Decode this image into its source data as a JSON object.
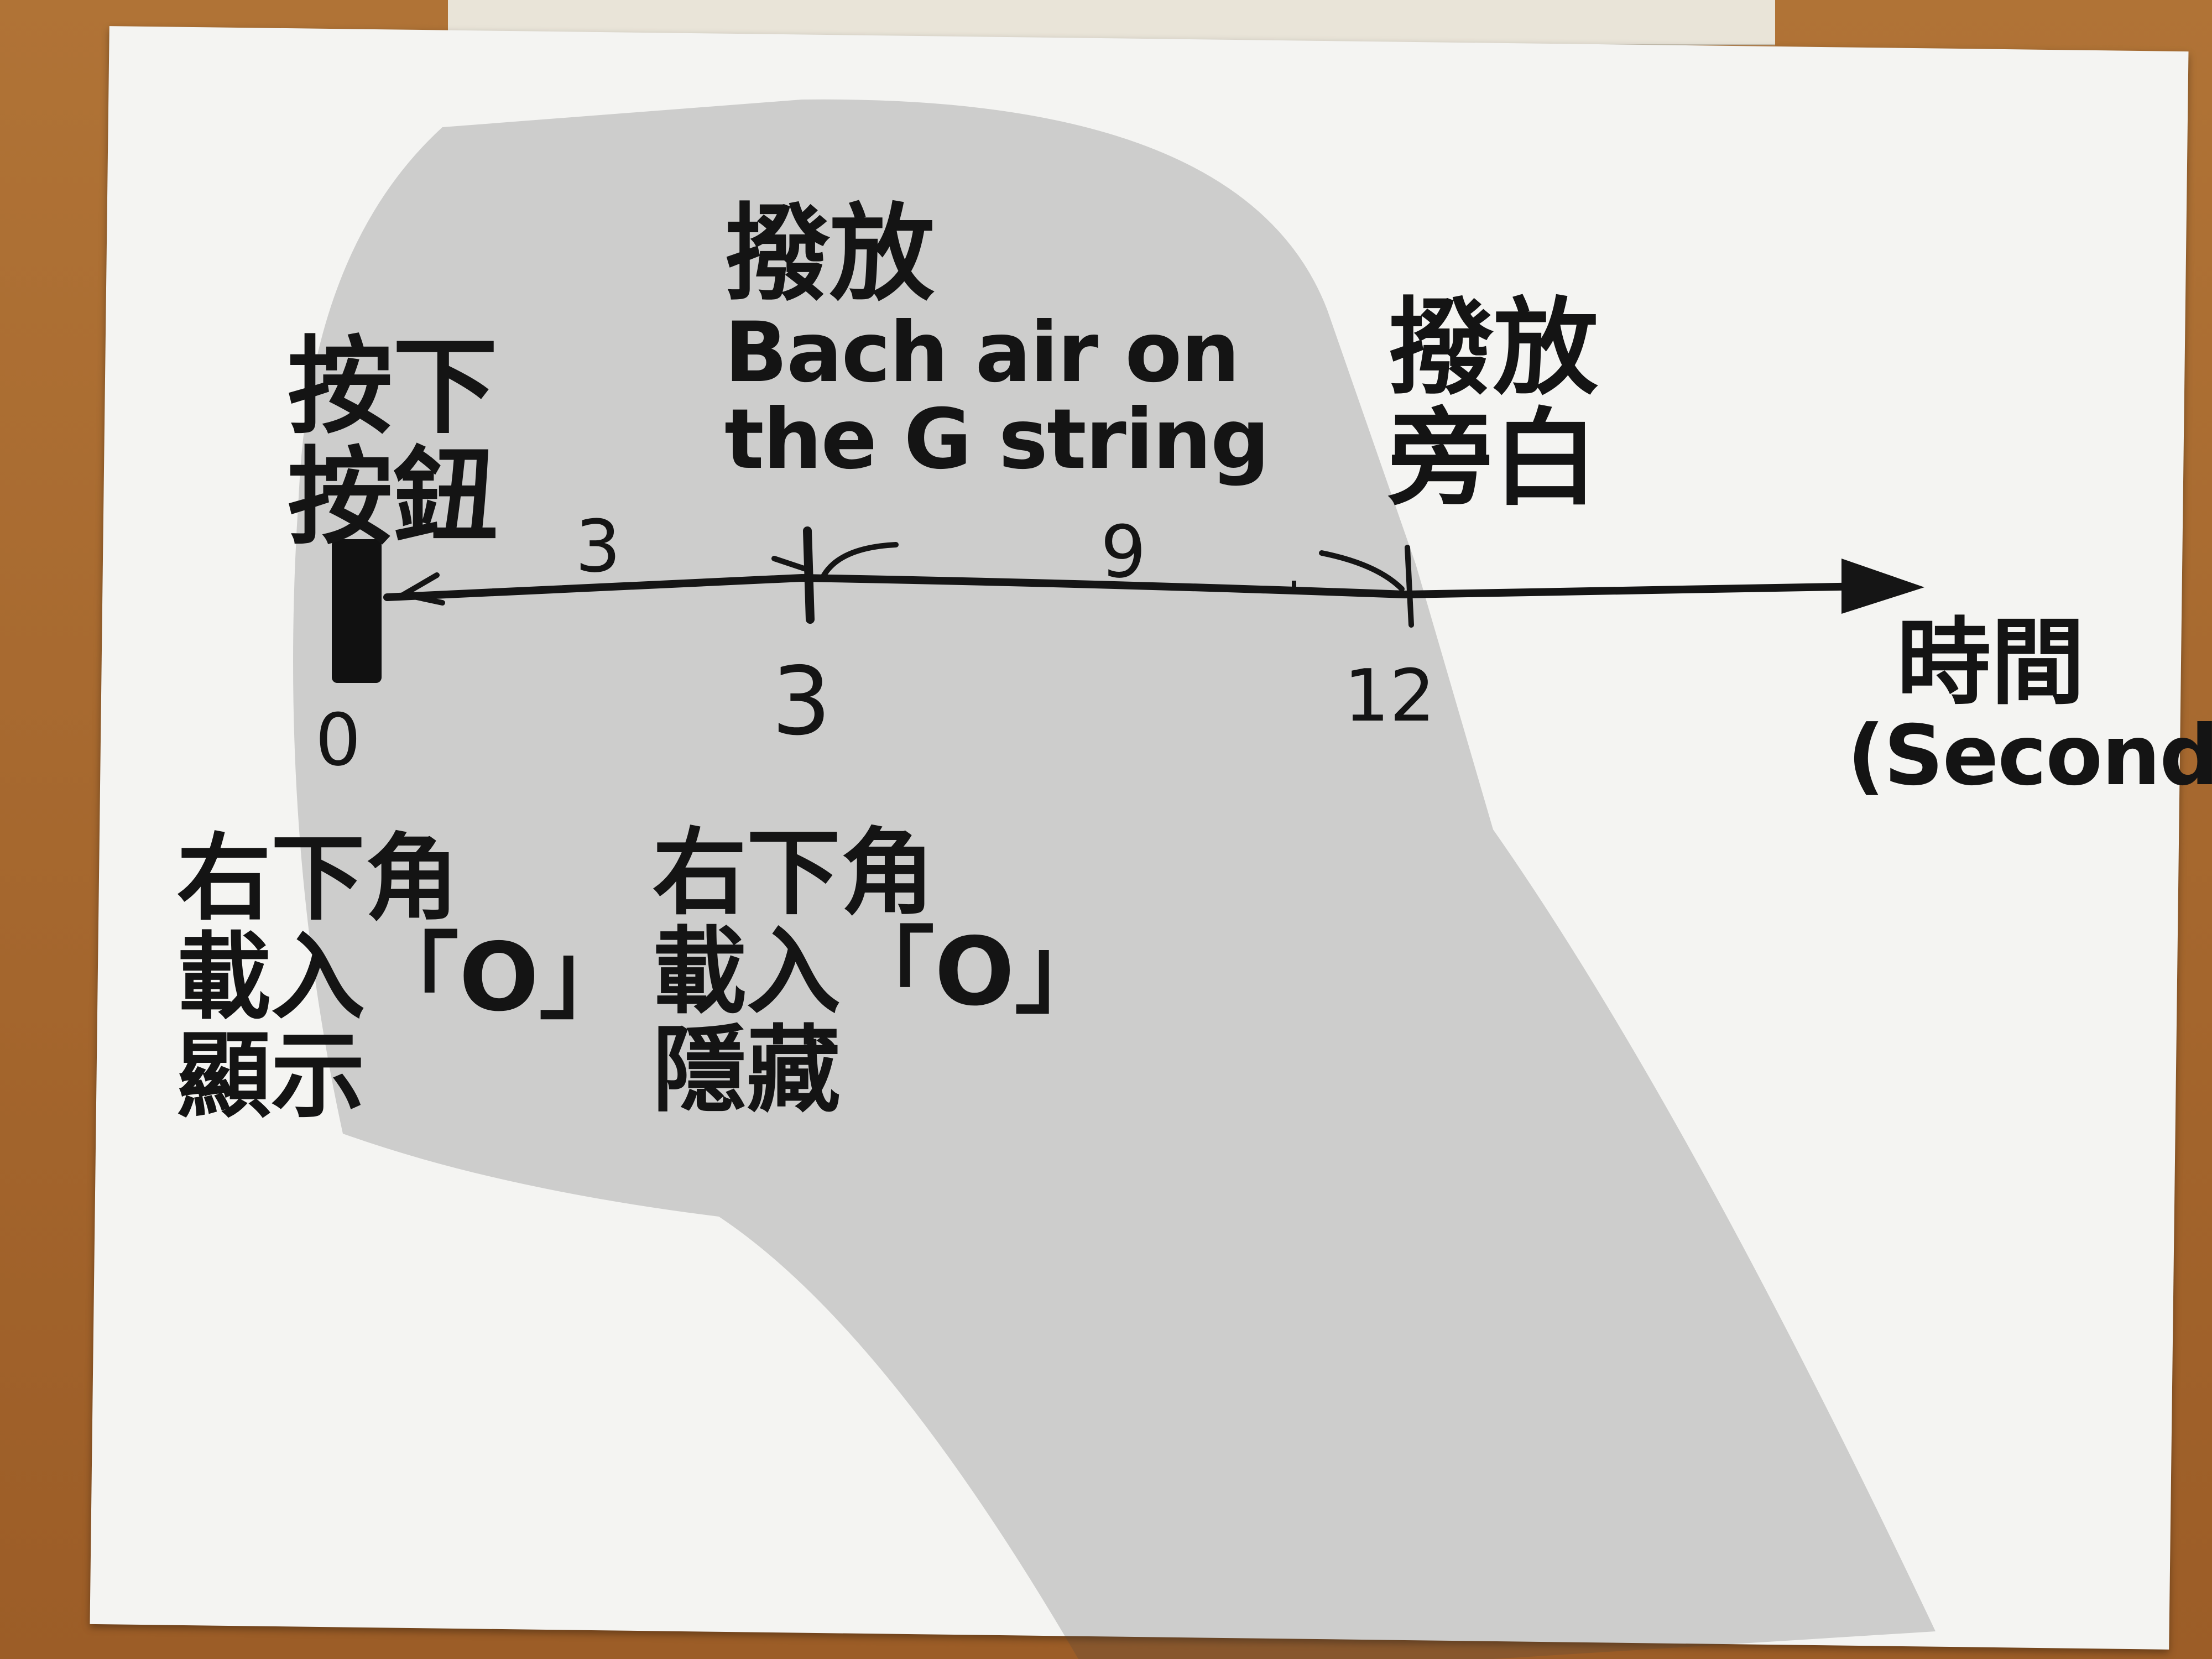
{
  "diagram": {
    "timeline": {
      "axis_label_line1": "時間",
      "axis_label_line2": "(Second)",
      "interval_first": "3",
      "interval_second": "9",
      "tick_0": "0",
      "tick_3": "3",
      "tick_12": "12"
    },
    "events": {
      "start": {
        "line1": "按下",
        "line2": "按鈕"
      },
      "bach": {
        "line1": "撥放",
        "line2": "Bach air on",
        "line3": "the G string"
      },
      "narration": {
        "line1": "撥放",
        "line2": "旁白"
      }
    },
    "notes": {
      "at_0": {
        "line1": "右下角",
        "line2": "載入「O」",
        "line3": "顯示"
      },
      "at_3": {
        "line1": "右下角",
        "line2": "載入「O」",
        "line3": "隱藏"
      }
    }
  }
}
